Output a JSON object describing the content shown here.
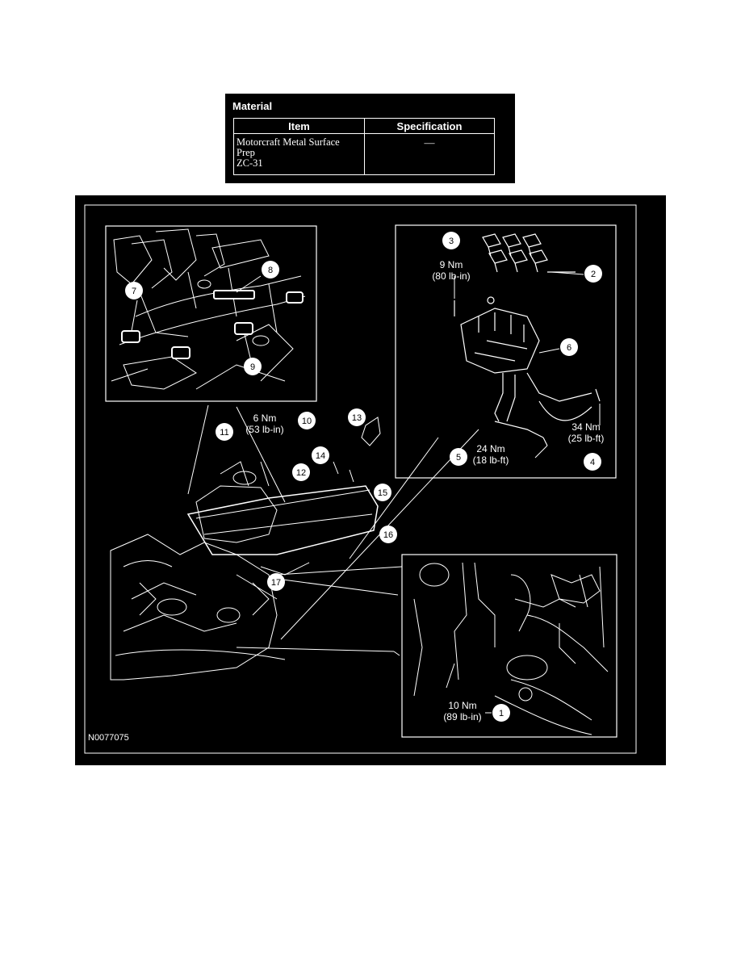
{
  "material": {
    "title": "Material",
    "headers": {
      "item": "Item",
      "specification": "Specification"
    },
    "row": {
      "item_line1": "Motorcraft Metal Surface",
      "item_line2": "Prep",
      "item_line3": "ZC-31",
      "specification": "—"
    }
  },
  "figure": {
    "code": "N0077075",
    "callouts": {
      "c1": "1",
      "c2": "2",
      "c3": "3",
      "c4": "4",
      "c5": "5",
      "c6": "6",
      "c7": "7",
      "c8": "8",
      "c9": "9",
      "c10": "10",
      "c11": "11",
      "c12": "12",
      "c13": "13",
      "c14": "14",
      "c15": "15",
      "c16": "16",
      "c17": "17"
    },
    "torques": {
      "t3_nm": "9 Nm",
      "t3_imp": "(80 lb-in)",
      "t10_nm": "6 Nm",
      "t10_imp": "(53 lb-in)",
      "t5_nm": "24 Nm",
      "t5_imp": "(18 lb-ft)",
      "t4_nm": "34 Nm",
      "t4_imp": "(25 lb-ft)",
      "t1_nm": "10 Nm",
      "t1_imp": "(89 lb-in)"
    }
  }
}
